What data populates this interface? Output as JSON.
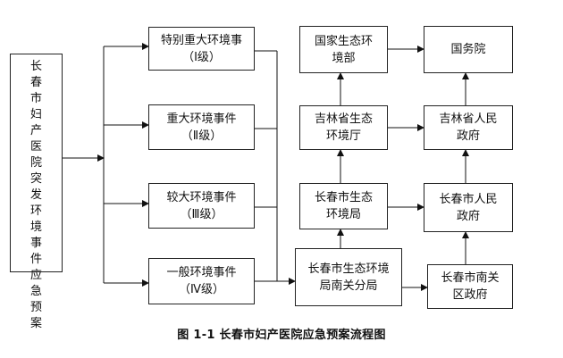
{
  "diagram": {
    "source_box": "长春市妇产医院突发环境事件应急预案",
    "levels": [
      {
        "name": "特别重大环境事",
        "grade": "（Ⅰ级）"
      },
      {
        "name": "重大环境事件",
        "grade": "（Ⅱ级）"
      },
      {
        "name": "较大环境事件",
        "grade": "（Ⅲ级）"
      },
      {
        "name": "一般环境事件",
        "grade": "（Ⅳ级）"
      }
    ],
    "agencies": {
      "national_env": [
        "国家生态环",
        "境部"
      ],
      "state_council": "国务院",
      "jilin_env": [
        "吉林省生态",
        "环境厅"
      ],
      "jilin_gov": [
        "吉林省人民",
        "政府"
      ],
      "cc_env": [
        "长春市生态",
        "环境局"
      ],
      "cc_gov": [
        "长春市人民",
        "政府"
      ],
      "nanguan_env": [
        "长春市生态环境",
        "局南关分局"
      ],
      "nanguan_gov": [
        "长春市南关",
        "区政府"
      ]
    }
  },
  "caption": "图 1-1  长春市妇产医院应急预案流程图"
}
